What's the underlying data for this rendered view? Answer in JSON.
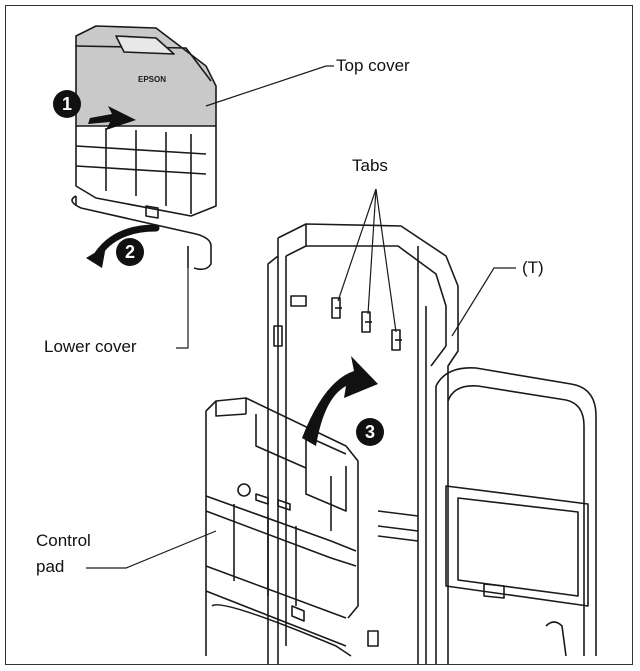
{
  "labels": {
    "top_cover": "Top cover",
    "tabs": "Tabs",
    "t_marker": "(T)",
    "lower_cover": "Lower cover",
    "control_pad_line1": "Control",
    "control_pad_line2": "pad"
  },
  "steps": {
    "s1": "1",
    "s2": "2",
    "s3": "3"
  },
  "logo_text": "EPSON",
  "colors": {
    "line": "#1a1a1a",
    "cover_fill": "#c9c9c9",
    "arrow": "#111111"
  }
}
